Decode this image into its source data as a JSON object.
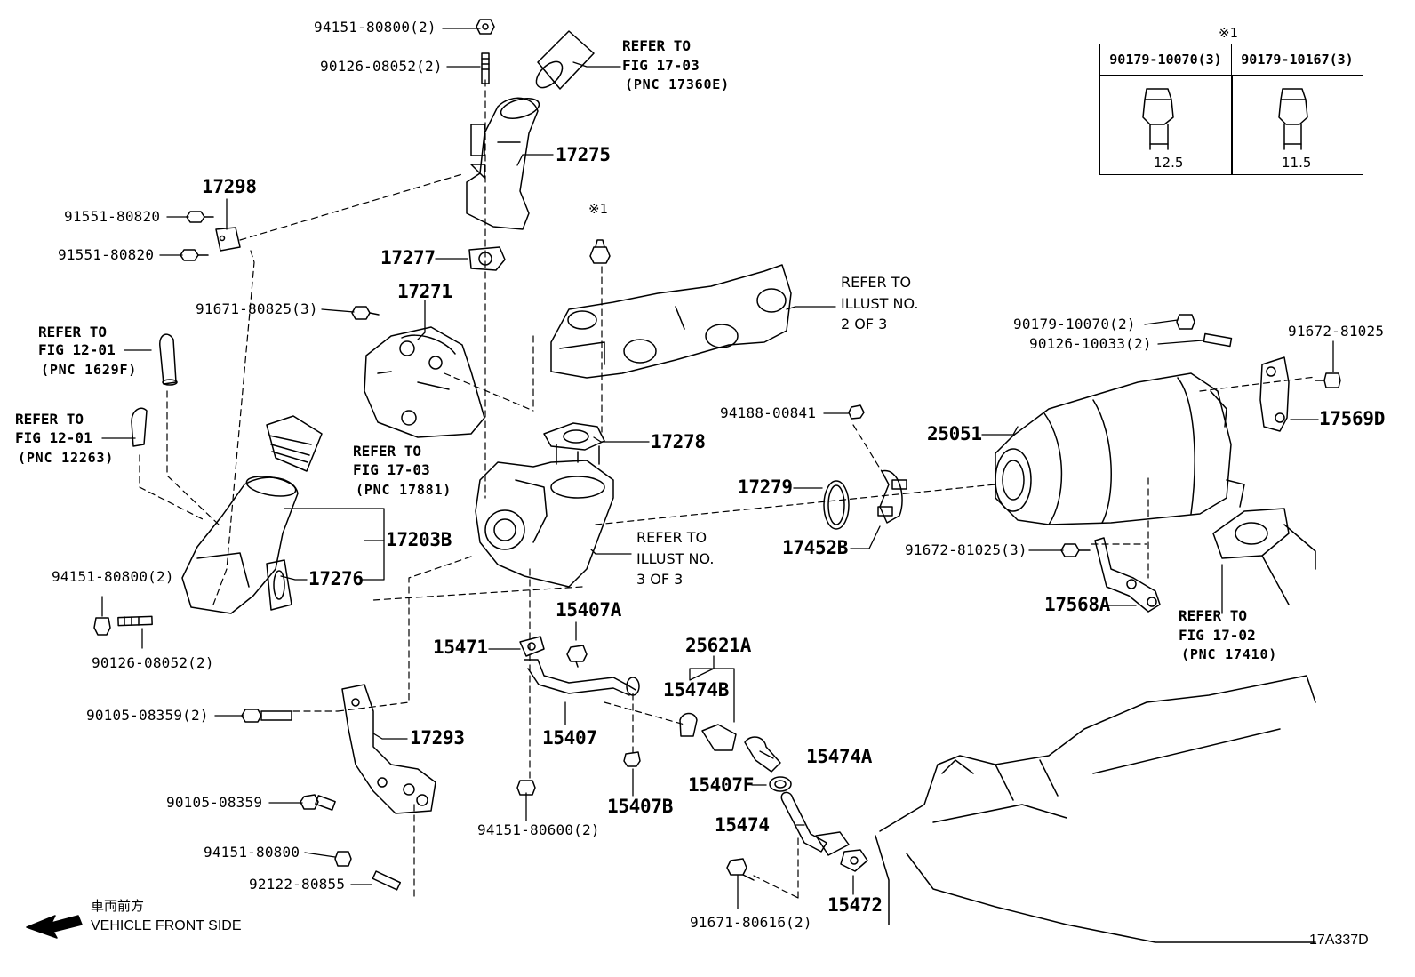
{
  "diagram": {
    "figure_code": "17A337D",
    "vehicle_direction": {
      "japanese": "車両前方",
      "english": "VEHICLE FRONT SIDE"
    },
    "note_table": {
      "mark": "※1",
      "columns": [
        {
          "part": "90179-10070(3)",
          "dimension": "12.5"
        },
        {
          "part": "90179-10167(3)",
          "dimension": "11.5"
        }
      ]
    },
    "labels": {
      "p94151_80800_2_top": "94151-80800(2)",
      "p90126_08052_2_top": "90126-08052(2)",
      "p17275": "17275",
      "p17298": "17298",
      "p91551_80820_a": "91551-80820",
      "p91551_80820_b": "91551-80820",
      "p17277": "17277",
      "mark_1": "※1",
      "p91671_80825_3": "91671-80825(3)",
      "p17271": "17271",
      "p17278": "17278",
      "p17279": "17279",
      "p17452B": "17452B",
      "p94188_00841": "94188-00841",
      "p25051": "25051",
      "p90179_10070_2": "90179-10070(2)",
      "p90126_10033_2": "90126-10033(2)",
      "p91672_81025": "91672-81025",
      "p17569D": "17569D",
      "p91672_81025_3": "91672-81025(3)",
      "p17568A": "17568A",
      "p17203B": "17203B",
      "p17276": "17276",
      "p94151_80800_2_left": "94151-80800(2)",
      "p90126_08052_2_left": "90126-08052(2)",
      "p15407A": "15407A",
      "p15471": "15471",
      "p25621A": "25621A",
      "p15474B": "15474B",
      "p15407": "15407",
      "p15474A": "15474A",
      "p15407F": "15407F",
      "p15407B": "15407B",
      "p15474": "15474",
      "p15472": "15472",
      "p94151_80600_2": "94151-80600(2)",
      "p91671_80616_2": "91671-80616(2)",
      "p90105_08359_2": "90105-08359(2)",
      "p17293": "17293",
      "p90105_08359": "90105-08359",
      "p94151_80800": "94151-80800",
      "p92122_80855": "92122-80855"
    },
    "references": {
      "r17360E": {
        "line1": "REFER TO",
        "line2": "FIG 17-03",
        "line3": "(PNC 17360E)"
      },
      "r1629F": {
        "line1": "REFER TO",
        "line2": "FIG 12-01",
        "line3": "(PNC 1629F)"
      },
      "r12263": {
        "line1": "REFER TO",
        "line2": "FIG 12-01",
        "line3": "(PNC 12263)"
      },
      "r17881": {
        "line1": "REFER TO",
        "line2": "FIG 17-03",
        "line3": "(PNC 17881)"
      },
      "r17410": {
        "line1": "REFER TO",
        "line2": "FIG 17-02",
        "line3": "(PNC 17410)"
      },
      "illust2": {
        "line1": "REFER TO",
        "line2": "ILLUST NO.",
        "line3": "2 OF 3"
      },
      "illust3": {
        "line1": "REFER TO",
        "line2": "ILLUST NO.",
        "line3": "3 OF 3"
      }
    }
  }
}
